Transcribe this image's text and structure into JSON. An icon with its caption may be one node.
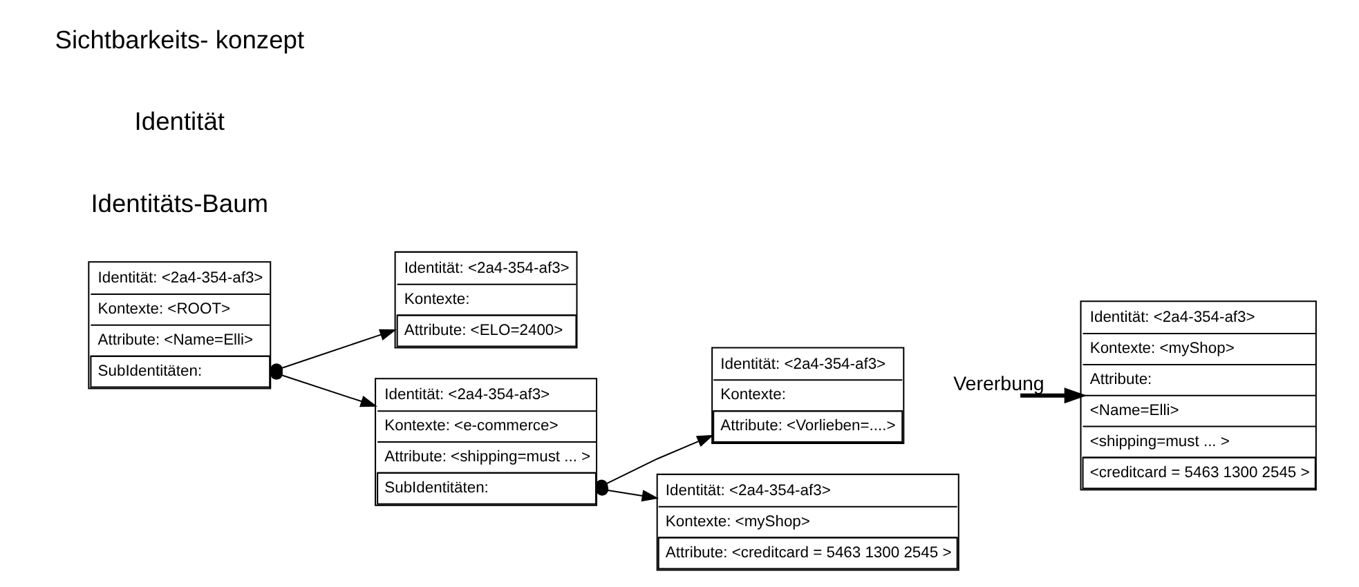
{
  "diagram": {
    "nodes": [
      {
        "text": [
          "Identität: <2a4-354-af3>",
          "Kontexte: <ROOT>",
          "Attribute: <Name=Elli>",
          "SubIdentitäten:"
        ]
      },
      {
        "text": [
          "Identität: <2a4-354-af3>",
          "Kontexte:",
          "Attribute: <ELO=2400>"
        ]
      },
      {
        "text": [
          "Identität: <2a4-354-af3>",
          "Kontexte: <e-commerce>",
          "Attribute: <shipping=must ... >",
          "SubIdentitäten:"
        ]
      },
      {
        "text": [
          "Identität: <2a4-354-af3>",
          "Kontexte:",
          "Attribute: <Vorlieben=....>"
        ]
      },
      {
        "text": [
          "Identität: <2a4-354-af3>",
          "Kontexte: <myShop>",
          "Attribute: <creditcard = 5463 1300 2545 >"
        ]
      },
      {
        "text": [
          "Identität: <2a4-354-af3>",
          "Kontexte: <myShop>",
          "Attribute:",
          "<Name=Elli>",
          "<shipping=must ... >",
          "<creditcard = 5463 1300 2545 >"
        ]
      }
    ],
    "edges": [
      {
        "from": 0,
        "to": 1,
        "arrow": "to"
      },
      {
        "from": 0,
        "to": 2,
        "arrow": "to"
      },
      {
        "from": 2,
        "to": 3,
        "arrow": "to"
      },
      {
        "from": 2,
        "to": 4,
        "arrow": "to"
      },
      {
        "from": null,
        "to": 5,
        "arrow": "to",
        "label": "Vererbung",
        "style": "thick"
      }
    ],
    "labels": [
      "Identitäts-Baum",
      "Identität",
      "Sichtbarkeits- konzept"
    ]
  }
}
